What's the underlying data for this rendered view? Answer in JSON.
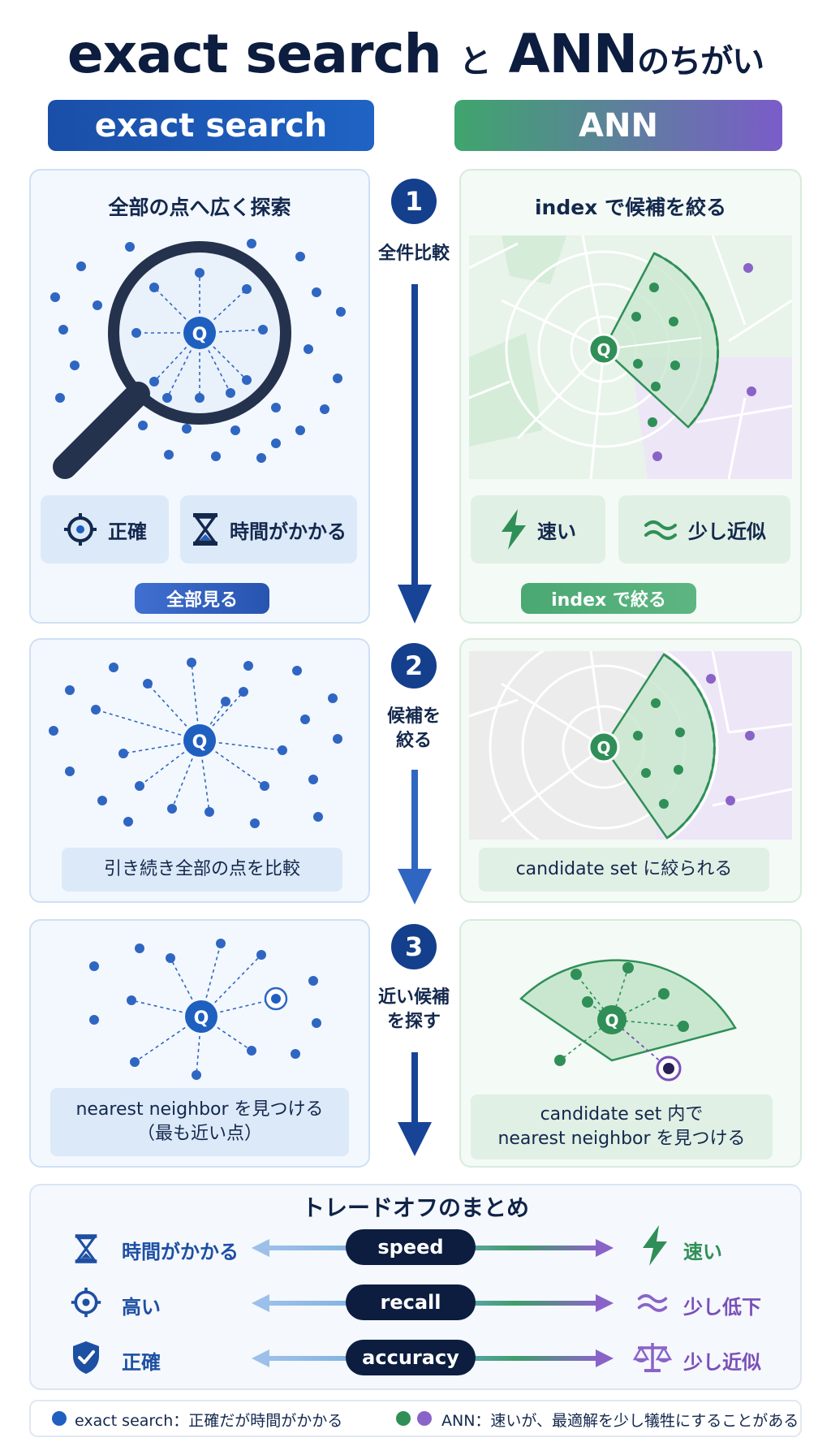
{
  "title": {
    "part1": "exact search",
    "mid": "と",
    "part2": "ANN",
    "tail": "のちがい"
  },
  "columns": {
    "exact": "exact search",
    "ann": "ANN"
  },
  "steps": [
    {
      "num": "1",
      "label": "全件比較"
    },
    {
      "num": "2",
      "label": "候補を\n絞る"
    },
    {
      "num": "3",
      "label": "近い候補\nを探す"
    }
  ],
  "exact": {
    "p1_title": "全部の点へ広く探索",
    "chip_accurate": "正確",
    "chip_time": "時間がかかる",
    "pill_all": "全部見る",
    "p2_caption": "引き続き全部の点を比較",
    "p3_caption": "nearest neighbor を見つける\n（最も近い点）"
  },
  "ann": {
    "p1_title": "index で候補を絞る",
    "chip_fast": "速い",
    "chip_approx": "少し近似",
    "pill_index": "index で絞る",
    "p2_caption": "candidate set に絞られる",
    "p3_caption": "candidate set 内で\nnearest neighbor を見つける"
  },
  "query_label": "Q",
  "summary": {
    "title": "トレードオフのまとめ",
    "rows": [
      {
        "left": "時間がかかる",
        "metric": "speed",
        "right": "速い"
      },
      {
        "left": "高い",
        "metric": "recall",
        "right": "少し低下"
      },
      {
        "left": "正確",
        "metric": "accuracy",
        "right": "少し近似"
      }
    ]
  },
  "legend": {
    "exact": "exact search：正確だが時間がかかる",
    "ann": "ANN：速いが、最適解を少し犠牲にすることがある"
  },
  "colors": {
    "blue": "#1f5fc0",
    "green": "#2f8f57",
    "purple": "#8a63c8",
    "navy": "#0c1d3f"
  }
}
